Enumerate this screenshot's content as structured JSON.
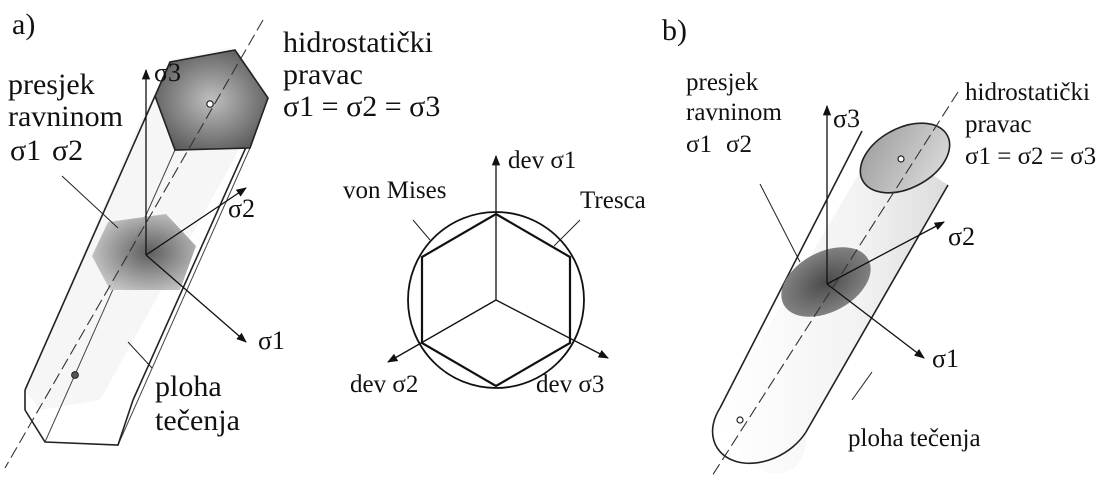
{
  "panel_a": {
    "tag": "a)",
    "hydrostatic_line1": "hidrostatički",
    "hydrostatic_line2": "pravac",
    "equality": "σ1 = σ2 = σ3",
    "section_line1": "presjek",
    "section_line2": "ravninom",
    "section_sigma_a": "σ1",
    "section_sigma_b": "σ2",
    "axis_sigma3": "σ3",
    "axis_sigma2": "σ2",
    "axis_sigma1": "σ1",
    "surface_line1": "ploha",
    "surface_line2": "tečenja"
  },
  "middle": {
    "von_mises": "von Mises",
    "tresca": "Tresca",
    "dev_top": "dev σ1",
    "dev_left": "dev σ2",
    "dev_right": "dev σ3"
  },
  "panel_b": {
    "tag": "b)",
    "section_line1": "presjek",
    "section_line2": "ravninom",
    "section_sigma_a": "σ1",
    "section_sigma_b": "σ2",
    "hydrostatic_line1": "hidrostatički",
    "hydrostatic_line2": "pravac",
    "equality": "σ1 = σ2 = σ3",
    "axis_sigma3": "σ3",
    "axis_sigma2": "σ2",
    "axis_sigma1": "σ1",
    "surface": "ploha tečenja"
  }
}
